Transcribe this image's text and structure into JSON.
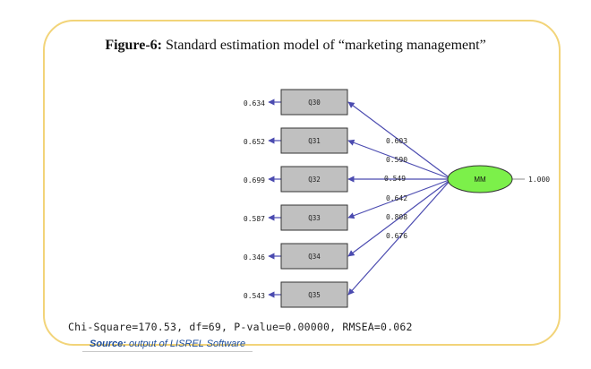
{
  "figure": {
    "label": "Figure-6:",
    "caption": " Standard estimation model of “marketing management”"
  },
  "latent": {
    "name": "MM",
    "variance": "1.000",
    "color": "#7cf04a"
  },
  "indicators": [
    {
      "name": "Q30",
      "loading": "0.603",
      "error": "0.634"
    },
    {
      "name": "Q31",
      "loading": "0.590",
      "error": "0.652"
    },
    {
      "name": "Q32",
      "loading": "0.549",
      "error": "0.699"
    },
    {
      "name": "Q33",
      "loading": "0.642",
      "error": "0.587"
    },
    {
      "name": "Q34",
      "loading": "0.808",
      "error": "0.346"
    },
    {
      "name": "Q35",
      "loading": "0.676",
      "error": "0.543"
    }
  ],
  "fit_stats": "Chi-Square=170.53, df=69, P-value=0.00000, RMSEA=0.062",
  "source": {
    "label": "Source:",
    "text": " output of LISREL Software"
  },
  "colors": {
    "path": "#4b4bb0",
    "box_fill": "#c0c0c0",
    "border": "#f2d479"
  }
}
